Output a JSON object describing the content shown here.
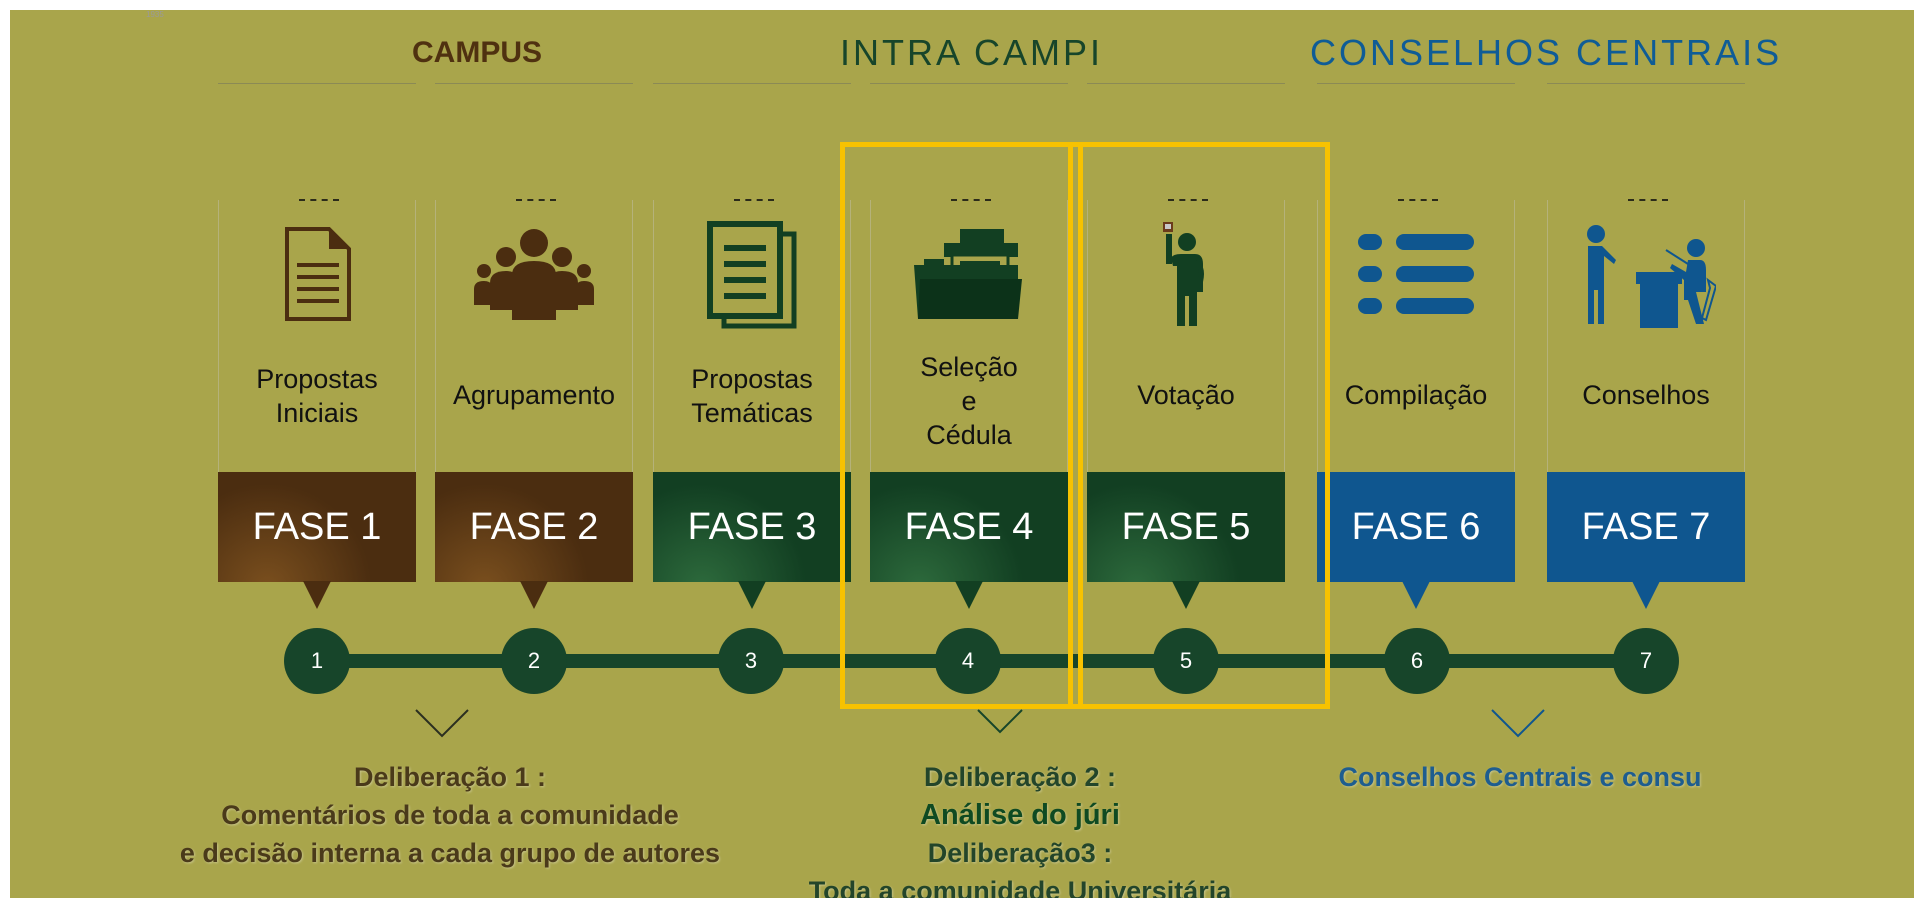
{
  "tiny_label": "1935",
  "headers": {
    "campus": "CAMPUS",
    "intra": "INTRA CAMPI",
    "conselhos": "CONSELHOS CENTRAIS"
  },
  "colors": {
    "background": "#a9a54b",
    "brown": "#4b2d10",
    "green": "#123f22",
    "blue": "#0f568f",
    "highlight": "#f7c200"
  },
  "phases": [
    {
      "label_lines": [
        "Propostas",
        "Iniciais"
      ],
      "fase": "FASE 1",
      "number": "1",
      "icon": "document-icon",
      "color": "brown"
    },
    {
      "label_lines": [
        "Agrupamento"
      ],
      "fase": "FASE 2",
      "number": "2",
      "icon": "group-icon",
      "color": "brown"
    },
    {
      "label_lines": [
        "Propostas",
        "Temáticas"
      ],
      "fase": "FASE 3",
      "number": "3",
      "icon": "documents-icon",
      "color": "green"
    },
    {
      "label_lines": [
        "Seleção",
        "e",
        "Cédula"
      ],
      "fase": "FASE 4",
      "number": "4",
      "icon": "folder-icon",
      "color": "green"
    },
    {
      "label_lines": [
        "Votação"
      ],
      "fase": "FASE 5",
      "number": "5",
      "icon": "voter-icon",
      "color": "green"
    },
    {
      "label_lines": [
        "Compilação"
      ],
      "fase": "FASE 6",
      "number": "6",
      "icon": "list-icon",
      "color": "blue"
    },
    {
      "label_lines": [
        "Conselhos"
      ],
      "fase": "FASE 7",
      "number": "7",
      "icon": "meeting-icon",
      "color": "blue"
    }
  ],
  "deliberations": {
    "d1": {
      "lines": [
        "Deliberação 1 :",
        "Comentários de toda a comunidade",
        "e decisão interna a cada grupo de autores"
      ]
    },
    "d2": {
      "line1": "Deliberação 2 :",
      "line2": "Análise do júri",
      "line3": "Deliberação3 :",
      "line4": "Toda a comunidade Universitária"
    },
    "d3": {
      "lines": [
        "Conselhos Centrais e consu"
      ]
    }
  }
}
